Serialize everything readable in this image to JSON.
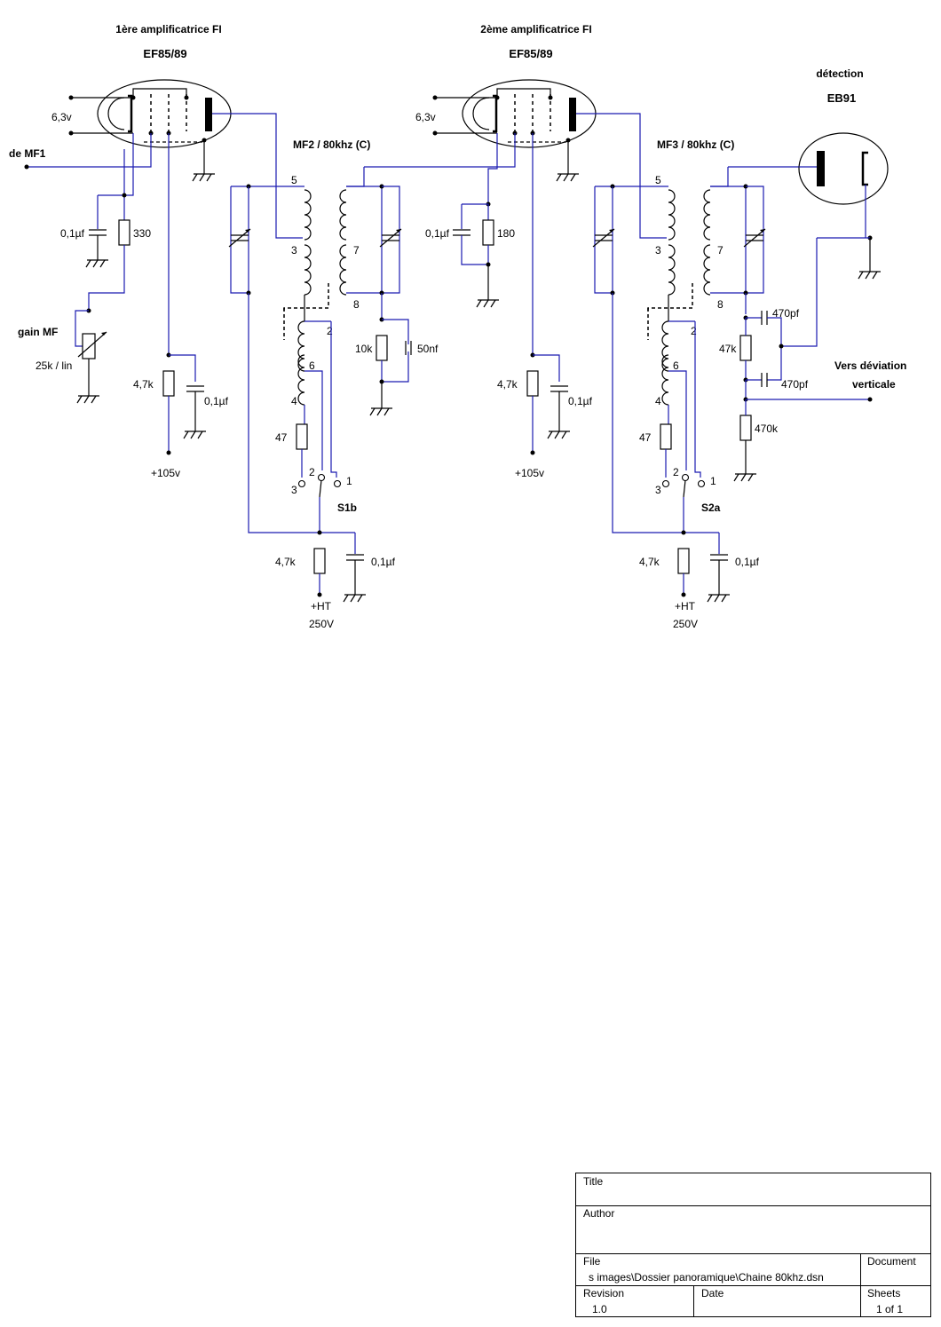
{
  "stage1": {
    "title": "1ère amplificatrice FI",
    "tube": "EF85/89",
    "heater": "6,3v",
    "input": "de MF1"
  },
  "stage2": {
    "title": "2ème amplificatrice FI",
    "tube": "EF85/89",
    "heater": "6,3v"
  },
  "detect": {
    "title": "détection",
    "tube": "EB91",
    "output_line1": "Vers déviation",
    "output_line2": "verticale"
  },
  "mf2": {
    "title": "MF2 / 80khz  (C)",
    "pins": [
      "5",
      "3",
      "7",
      "8",
      "2",
      "6",
      "4"
    ]
  },
  "mf3": {
    "title": "MF3 / 80khz  (C)",
    "pins": [
      "5",
      "3",
      "7",
      "8",
      "2",
      "6",
      "4"
    ]
  },
  "components": {
    "c1": "0,1µf",
    "r1": "330",
    "pot": "gain MF",
    "pot_val": "25k / lin",
    "r2": "4,7k",
    "c2": "0,1µf",
    "b1": "+105v",
    "r3": "10k",
    "c3": "50nf",
    "r4": "47",
    "sw1": "S1b",
    "sw1_p3": "3",
    "sw1_p2": "2",
    "sw1_p1": "1",
    "r5": "4,7k",
    "c4": "0,1µf",
    "ht1": "+HT",
    "ht1v": "250V",
    "c5": "0,1µf",
    "r6": "180",
    "r7": "4,7k",
    "c6": "0,1µf",
    "b2": "+105v",
    "r8": "47",
    "sw2": "S2a",
    "sw2_p3": "3",
    "sw2_p2": "2",
    "sw2_p1": "1",
    "r9": "4,7k",
    "c7": "0,1µf",
    "ht2": "+HT",
    "ht2v": "250V",
    "c8": "470pf",
    "r10": "47k",
    "c9": "470pf",
    "r11": "470k"
  },
  "title_block": {
    "title_label": "Title",
    "author_label": "Author",
    "file_label": "File",
    "file_value": "s images\\Dossier panoramique\\Chaine 80khz.dsn",
    "document_label": "Document",
    "revision_label": "Revision",
    "revision_value": "1.0",
    "date_label": "Date",
    "sheets_label": "Sheets",
    "sheets_value": "1 of 1"
  }
}
